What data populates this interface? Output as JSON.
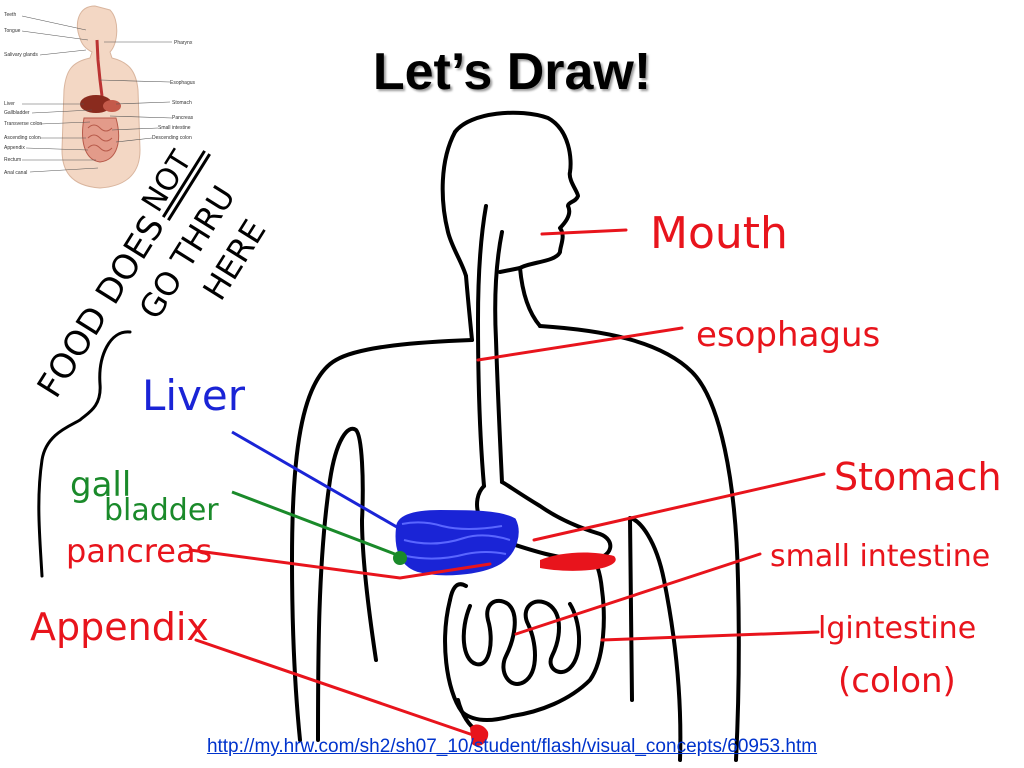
{
  "slide": {
    "title": "Let’s Draw!",
    "source_link": "http://my.hrw.com/sh2/sh07_10/student/flash/visual_concepts/60953.htm"
  },
  "reference_image": {
    "left_labels": [
      "Teeth",
      "Tongue",
      "Salivary glands",
      "Liver",
      "Gallbladder",
      "Transverse colon",
      "Ascending colon",
      "Appendix",
      "Rectum",
      "Anal canal"
    ],
    "right_labels": [
      "Pharynx",
      "Esophagus",
      "Stomach",
      "Pancreas",
      "Small intestine",
      "Descending colon"
    ]
  },
  "annotations": {
    "mouth": "Mouth",
    "esophagus": "esophagus",
    "stomach": "Stomach",
    "small_intestine": "small intestine",
    "large_intestine_line1": "lgintestine",
    "large_intestine_line2": "(colon)",
    "liver": "Liver",
    "gall_line1": "gall",
    "gall_line2": "bladder",
    "pancreas": "pancreas",
    "appendix": "Appendix",
    "food_line1": "FOOD DOES",
    "food_not": "NOT",
    "food_line2": "GO THRU",
    "food_line3": "HERE"
  },
  "colors": {
    "outline": "#000000",
    "red": "#e8141c",
    "blue": "#1a24d6",
    "green": "#1a8a2a",
    "link": "#0033cc"
  }
}
